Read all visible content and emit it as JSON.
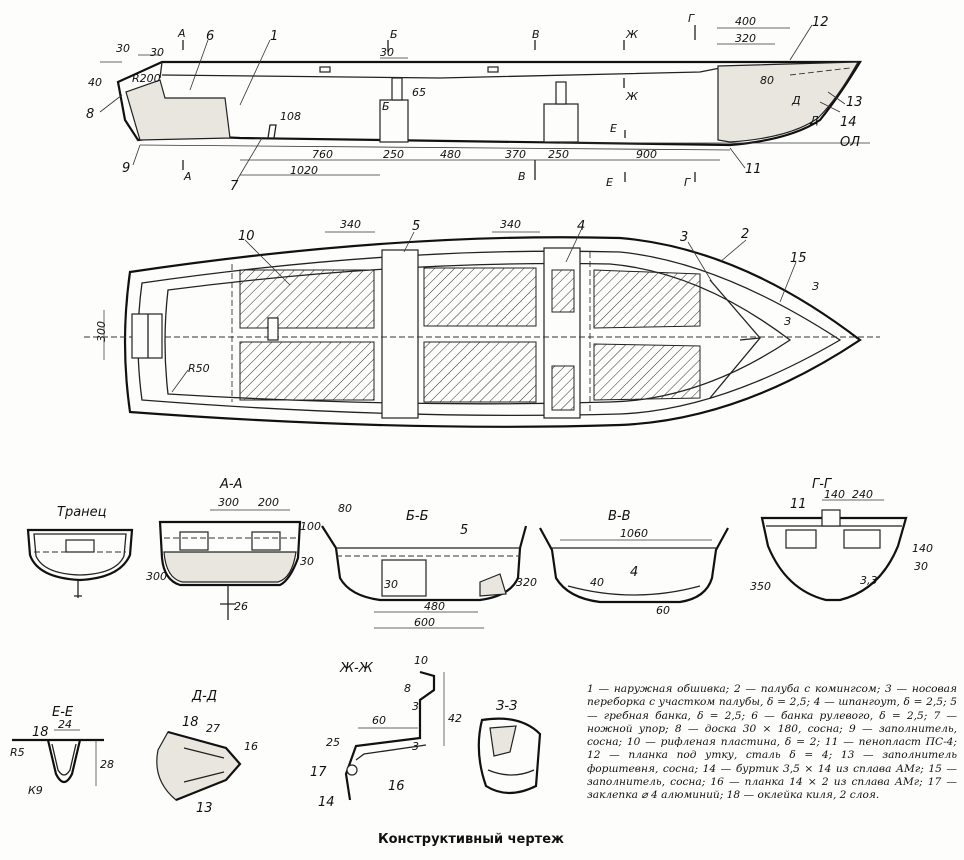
{
  "caption": "Конструктивный чертеж",
  "legend": "1 — наружная обшивка; 2 — палуба с комингсом; 3 — носовая переборка с участком палубы, δ = 2,5; 4 — шпангоут, δ = 2,5; 5 — гребная банка, δ = 2,5; 6 — банка рулевого, δ = 2,5; 7 — ножной упор; 8 — доска 30 × 180, сосна; 9 — заполнитель, сосна; 10 — рифленая пластина, δ = 2; 11 — пенопласт ПС-4; 12 — планка под утку, сталь δ = 4; 13 — заполнитель форштевня, сосна; 14 — буртик 3,5 × 14 из сплава АМг; 15 — заполнитель, сосна; 16 — планка 14 × 2 из сплава АМг; 17 — заклепка ⌀ 4 алюминий; 18 — оклейка киля, 2 слоя.",
  "side_view": {
    "callouts": [
      "1",
      "6",
      "8",
      "9",
      "7",
      "11",
      "12",
      "14",
      "13"
    ],
    "dims": [
      "30",
      "30",
      "40",
      "R200",
      "30",
      "65",
      "108",
      "760",
      "250",
      "480",
      "370",
      "250",
      "900",
      "1020",
      "400",
      "320",
      "80"
    ],
    "base_line": "ОЛ",
    "section_marks": [
      "А",
      "А",
      "Б",
      "Б",
      "В",
      "В",
      "Ж",
      "Ж",
      "Е",
      "Е",
      "Г",
      "Г",
      "Д",
      "Д"
    ]
  },
  "plan_view": {
    "callouts": [
      "10",
      "5",
      "4",
      "3",
      "2",
      "15"
    ],
    "dims": [
      "340",
      "340",
      "300",
      "R50"
    ],
    "section_marks": [
      "З",
      "З"
    ]
  },
  "sections": {
    "transom": {
      "title": "Транец"
    },
    "aa": {
      "title": "А-А",
      "dims": [
        "300",
        "200",
        "100",
        "300",
        "30",
        "26"
      ]
    },
    "bb": {
      "title": "Б-Б",
      "callouts": [
        "5"
      ],
      "dims": [
        "80",
        "320",
        "30",
        "480",
        "600"
      ]
    },
    "vv": {
      "title": "В-В",
      "callouts": [
        "4"
      ],
      "dims": [
        "1060",
        "40",
        "60"
      ]
    },
    "gg": {
      "title": "Г-Г",
      "callouts": [
        "11"
      ],
      "dims": [
        "140",
        "240",
        "140",
        "30",
        "350",
        "3,3"
      ]
    },
    "ee": {
      "title": "Е-Е",
      "callouts": [
        "18"
      ],
      "dims": [
        "24",
        "R5",
        "28",
        "К9"
      ]
    },
    "dd": {
      "title": "Д-Д",
      "callouts": [
        "18",
        "13"
      ],
      "dims": [
        "27",
        "16"
      ]
    },
    "zhzh": {
      "title": "Ж-Ж",
      "callouts": [
        "17",
        "14",
        "16"
      ],
      "dims": [
        "10",
        "8",
        "3",
        "60",
        "42",
        "3",
        "25"
      ]
    },
    "zz": {
      "title": "З-З"
    }
  },
  "colors": {
    "ink": "#1a1a1a",
    "paper": "#fdfdfb",
    "foam": "#e8e6df"
  }
}
